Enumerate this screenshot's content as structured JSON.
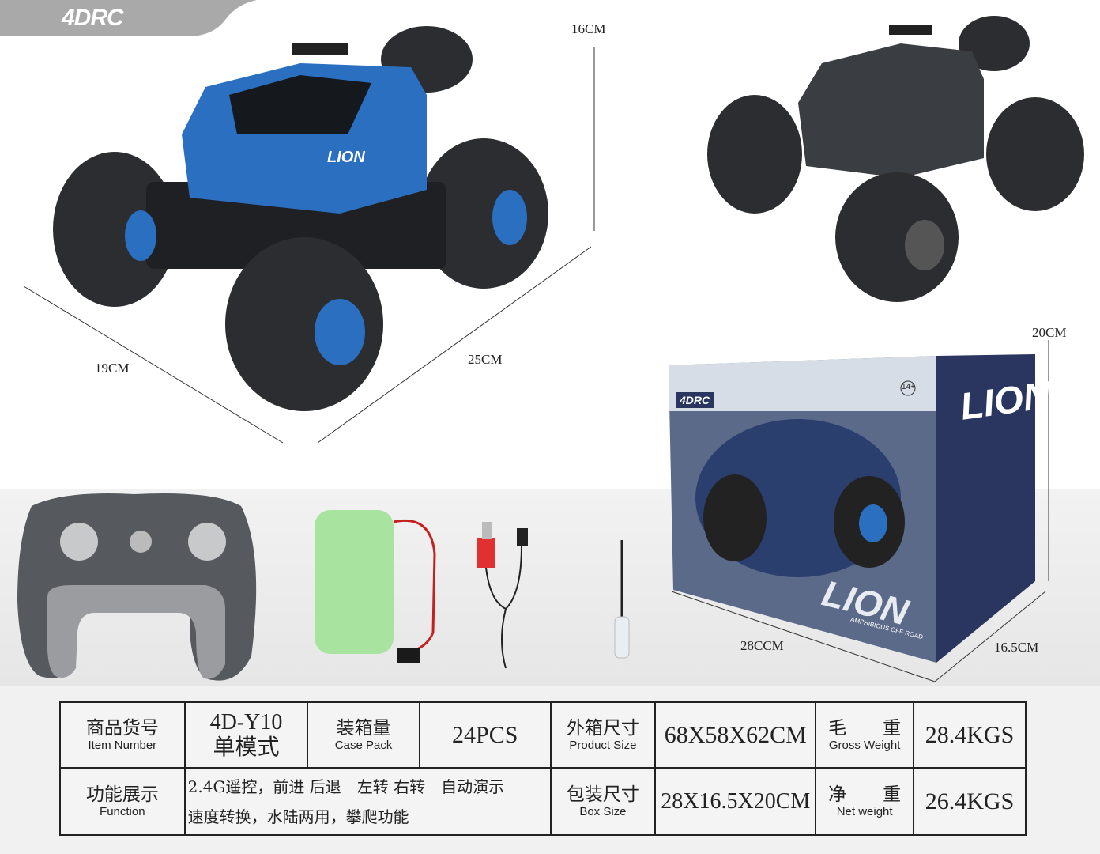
{
  "brand": {
    "logo": "4DRC"
  },
  "dimensions": {
    "car_height": "16CM",
    "car_width": "19CM",
    "car_length": "25CM",
    "box_height": "20CM",
    "box_length": "28CCM",
    "box_width": "16.5CM"
  },
  "box_art": {
    "brand": "4DRC",
    "title": "LION",
    "subtitle": "AMPHIBIOUS OFF-ROAD",
    "age": "14+"
  },
  "car_decal": "LION",
  "table": {
    "item_number": {
      "zh": "商品货号",
      "en": "Item Number",
      "value_line1": "4D-Y10",
      "value_line2": "单模式"
    },
    "case_pack": {
      "zh": "装箱量",
      "en": "Case Pack",
      "value": "24PCS"
    },
    "product_size": {
      "zh": "外箱尺寸",
      "en": "Product Size",
      "value": "68X58X62CM"
    },
    "gross_weight": {
      "zh": "毛　　重",
      "en": "Gross Weight",
      "value": "28.4KGS"
    },
    "function": {
      "zh": "功能展示",
      "en": "Function",
      "line1": "2.4G遥控，前进 后退　左转 右转　自动演示",
      "line2": "速度转换，水陆两用，攀爬功能"
    },
    "box_size": {
      "zh": "包装尺寸",
      "en": "Box Size",
      "value": "28X16.5X20CM"
    },
    "net_weight": {
      "zh": "净　　重",
      "en": "Net weight",
      "value": "26.4KGS"
    }
  },
  "colors": {
    "car_blue": "#2a6fc0",
    "car_black": "#2a2c30",
    "battery_green": "#a8e4a0",
    "box_navy": "#2a3660"
  }
}
